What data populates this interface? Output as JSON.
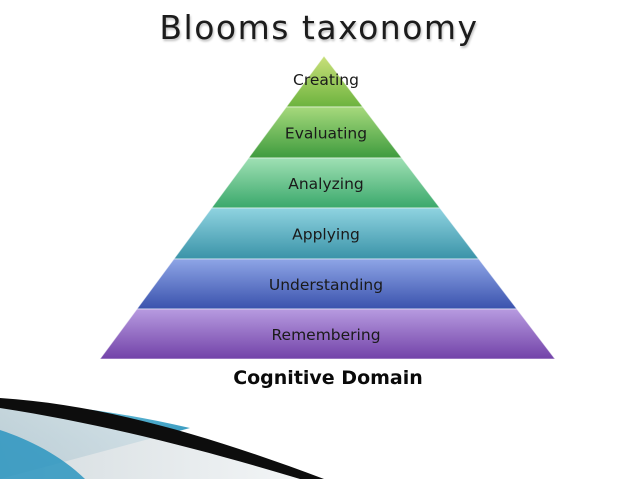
{
  "slide": {
    "title": "Blooms taxonomy",
    "caption": "Cognitive Domain"
  },
  "pyramid": {
    "levels": [
      {
        "label": "Creating",
        "color_top": "#c9e07a",
        "color_bottom": "#6cb33e"
      },
      {
        "label": "Evaluating",
        "color_top": "#a6d97c",
        "color_bottom": "#3e9b3e"
      },
      {
        "label": "Analyzing",
        "color_top": "#9fe0b4",
        "color_bottom": "#3aa86b"
      },
      {
        "label": "Applying",
        "color_top": "#8fd3e0",
        "color_bottom": "#3a93a8"
      },
      {
        "label": "Understanding",
        "color_top": "#8ea5e6",
        "color_bottom": "#3a52ad"
      },
      {
        "label": "Remembering",
        "color_top": "#b79be0",
        "color_bottom": "#7242a8"
      }
    ]
  },
  "colors": {
    "accent_teal": "#1e7fa6",
    "swoosh_dark": "#0a0a0a"
  }
}
